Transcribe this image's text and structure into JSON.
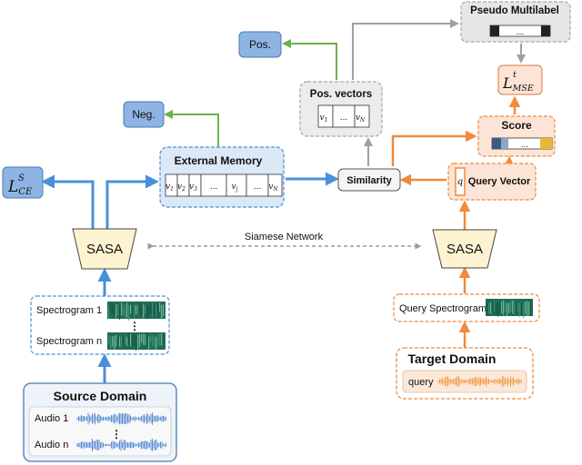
{
  "labels": {
    "pseudo_multilabel": "Pseudo Multilabel",
    "pos": "Pos.",
    "neg": "Neg.",
    "pos_vectors": "Pos. vectors",
    "score": "Score",
    "external_memory": "External Memory",
    "similarity": "Similarity",
    "query_vector": "Query Vector",
    "q": "q",
    "siamese_network": "Siamese Network",
    "sasa_left": "SASA",
    "sasa_right": "SASA",
    "spectrogram_1": "Spectrogram 1",
    "spectrogram_n": "Spectrogram n",
    "query_spectrogram": "Query Spectrogram",
    "source_domain": "Source Domain",
    "target_domain": "Target Domain",
    "audio_1": "Audio 1",
    "audio_n": "Audio n",
    "query": "query",
    "ellipsis": "..."
  },
  "loss_ce": {
    "base": "L",
    "sup": "S",
    "sub": "CE"
  },
  "loss_mse": {
    "base": "L",
    "sup": "t",
    "sub": "MSE"
  },
  "memory_cells": [
    "v1",
    "v2",
    "v3",
    "...",
    "vj",
    "...",
    "vN"
  ],
  "memory_cell_parts": [
    {
      "base": "v",
      "sub": "1"
    },
    {
      "base": "v",
      "sub": "2"
    },
    {
      "base": "v",
      "sub": "3"
    },
    {
      "base": "...",
      "sub": ""
    },
    {
      "base": "v",
      "sub": "j"
    },
    {
      "base": "...",
      "sub": ""
    },
    {
      "base": "v",
      "sub": "N"
    }
  ],
  "pos_vector_cells": [
    {
      "base": "v",
      "sub": "1"
    },
    {
      "base": "...",
      "sub": ""
    },
    {
      "base": "v",
      "sub": "N"
    }
  ],
  "colors": {
    "blue_fill": "#8db4e2",
    "blue_stroke": "#4a7ab5",
    "blue_arrow": "#4a90d9",
    "orange_arrow": "#f08a3c",
    "orange_fill": "#fce4d6",
    "green_arrow": "#6ab04c",
    "gray_arrow": "#a0a0a0",
    "gray_fill": "#e6e6e6",
    "sasa_fill": "#fdf3d0"
  }
}
